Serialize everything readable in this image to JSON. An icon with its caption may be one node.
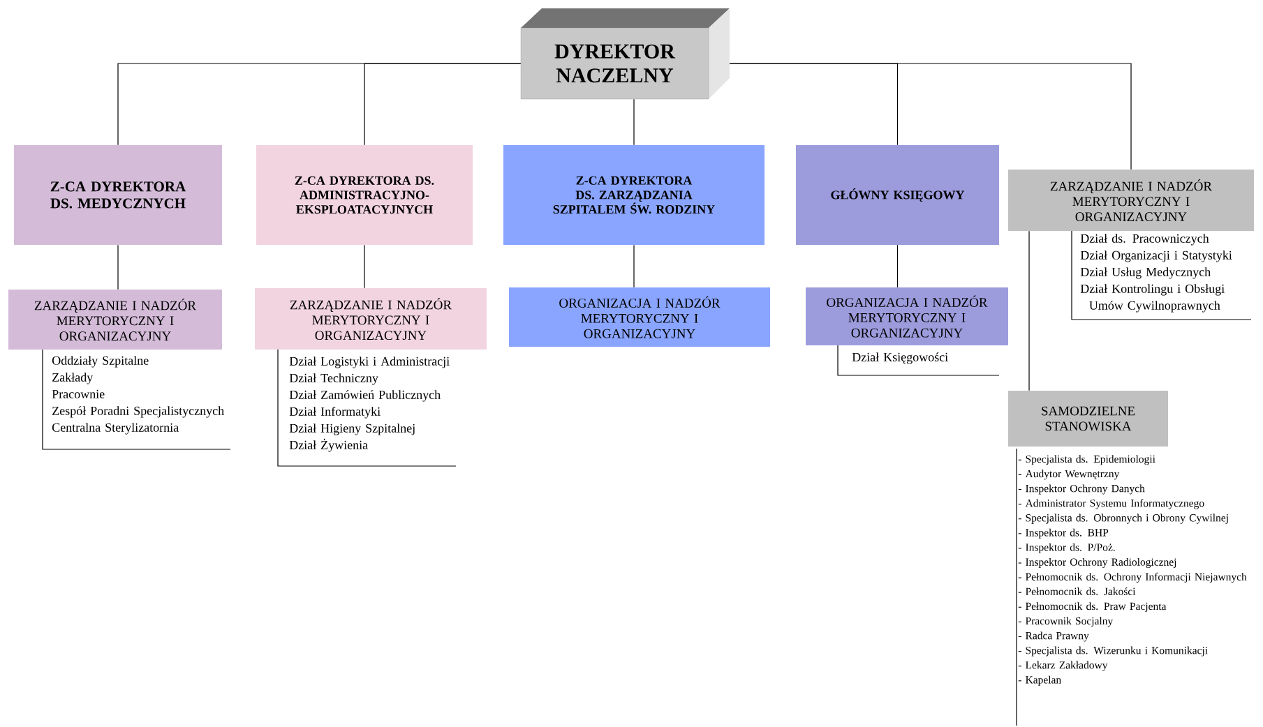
{
  "diagram": {
    "nodes": [
      {
        "text": [
          "DYREKTOR NACZELNY"
        ]
      },
      {
        "text": [
          "Z-CA DYREKTORA DS. MEDYCZNYCH"
        ]
      },
      {
        "text": [
          "Z-CA DYREKTORA DS. ADMINISTRACYJNO-EKSPLOATACYJNYCH"
        ]
      },
      {
        "text": [
          "Z-CA DYREKTORA DS. ZARZĄDZANIA SZPITALEM ŚW. RODZINY"
        ]
      },
      {
        "text": [
          "GŁÓWNY KSIĘGOWY"
        ]
      },
      {
        "text": [
          "ZARZĄDZANIE I NADZÓR MERYTORYCZNY I ORGANIZACYJNY"
        ],
        "beside": [
          "Dział ds. Pracowniczych",
          "Dział Organizacji i Statystyki",
          "Dział Usług Medycznych",
          "Dział Kontrolingu i Obsługi Umów Cywilnoprawnych"
        ]
      },
      {
        "text": [
          "ZARZĄDZANIE I NADZÓR MERYTORYCZNY I ORGANIZACYJNY"
        ],
        "beside": [
          "Oddziały Szpitalne",
          "Zakłady",
          "Pracownie",
          "Zespół Poradni Specjalistycznych",
          "Centralna Sterylizatornia"
        ]
      },
      {
        "text": [
          "ZARZĄDZANIE I NADZÓR MERYTORYCZNY I ORGANIZACYJNY"
        ],
        "beside": [
          "Dział Logistyki i Administracji",
          "Dział Techniczny",
          "Dział Zamówień Publicznych",
          "Dział Informatyki",
          "Dział Higieny Szpitalnej",
          "Dział Żywienia"
        ]
      },
      {
        "text": [
          "ORGANIZACJA I NADZÓR MERYTORYCZNY I ORGANIZACYJNY"
        ]
      },
      {
        "text": [
          "ORGANIZACJA I NADZÓR MERYTORYCZNY I ORGANIZACYJNY"
        ],
        "beside": [
          "Dział Księgowości"
        ]
      },
      {
        "text": [
          "SAMODZIELNE STANOWISKA"
        ],
        "beside": [
          "- Specjalista ds. Epidemiologii",
          "- Audytor Wewnętrzny",
          "- Inspektor Ochrony Danych",
          "- Administrator Systemu Informatycznego",
          "- Specjalista ds. Obronnych i Obrony Cywilnej",
          "- Inspektor ds. BHP",
          "- Inspektor ds. P/Poż.",
          "- Inspektor Ochrony Radiologicznej",
          "- Pełnomocnik ds. Ochrony Informacji Niejawnych",
          "- Pełnomocnik ds. Jakości",
          "- Pełnomocnik ds. Praw Pacjenta",
          "- Pracownik Socjalny",
          "- Radca Prawny",
          "- Specjalista ds. Wizerunku i Komunikacji",
          "- Lekarz Zakładowy",
          "- Kapelan"
        ]
      }
    ],
    "edges": [
      {
        "from": 0,
        "to": 1,
        "arrow": "none"
      },
      {
        "from": 0,
        "to": 2,
        "arrow": "none"
      },
      {
        "from": 0,
        "to": 3,
        "arrow": "none"
      },
      {
        "from": 0,
        "to": 4,
        "arrow": "none"
      },
      {
        "from": 0,
        "to": 5,
        "arrow": "none"
      },
      {
        "from": 1,
        "to": 6,
        "arrow": "none"
      },
      {
        "from": 2,
        "to": 7,
        "arrow": "none"
      },
      {
        "from": 3,
        "to": 8,
        "arrow": "none"
      },
      {
        "from": 4,
        "to": 9,
        "arrow": "none"
      },
      {
        "from": 5,
        "to": 10,
        "arrow": "none"
      }
    ]
  }
}
